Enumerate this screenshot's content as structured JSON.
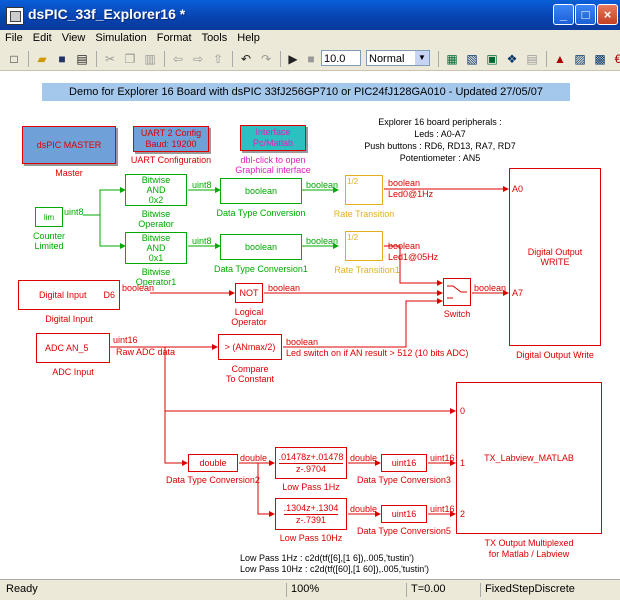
{
  "window": {
    "title": "dsPIC_33f_Explorer16 *"
  },
  "menu": {
    "file": "File",
    "edit": "Edit",
    "view": "View",
    "simulation": "Simulation",
    "format": "Format",
    "tools": "Tools",
    "help": "Help"
  },
  "toolbar": {
    "sim_time": "10.0",
    "sim_mode": "Normal"
  },
  "banner": "Demo for Explorer 16 Board with dsPIC 33fJ256GP710 or PIC24fJ128GA010 - Updated 27/05/07",
  "info": {
    "line1": "Explorer 16 board peripherals :",
    "line2": "Leds : A0-A7",
    "line3": "Push buttons : RD6, RD13, RA7, RD7",
    "line4": "Potentiometer : AN5"
  },
  "blocks": {
    "master": {
      "text": "dsPIC MASTER",
      "caption": "Master"
    },
    "uart": {
      "line1": "UART 2 Config",
      "line2": "Baud: 19200",
      "caption": "UART Configuration"
    },
    "iface": {
      "line1": "Interface",
      "line2": "Pc/Matlab",
      "caption1": "dbl-click to open",
      "caption2": "Graphical interface"
    },
    "counter": {
      "port": "lim",
      "out": "uint8",
      "caption1": "Counter",
      "caption2": "Limited"
    },
    "bw1": {
      "l1": "Bitwise",
      "l2": "AND",
      "l3": "0x2",
      "cap1": "Bitwise",
      "cap2": "Operator"
    },
    "bw2": {
      "l1": "Bitwise",
      "l2": "AND",
      "l3": "0x1",
      "cap1": "Bitwise",
      "cap2": "Operator1"
    },
    "dtc1": {
      "text": "boolean",
      "caption": "Data Type Conversion"
    },
    "dtc2": {
      "text": "boolean",
      "caption": "Data Type Conversion1"
    },
    "rt1": {
      "tag": "1/2",
      "caption": "Rate Transition"
    },
    "rt2": {
      "tag": "1/2",
      "caption": "Rate Transition1"
    },
    "dout": {
      "l1": "Digital Output",
      "l2": "WRITE",
      "a0": "A0",
      "a7": "A7",
      "caption": "Digital Output Write"
    },
    "din": {
      "text": "Digital Input",
      "port": "D6",
      "caption": "Digital Input"
    },
    "not": {
      "text": "NOT",
      "cap1": "Logical",
      "cap2": "Operator"
    },
    "sw": {
      "caption": "Switch"
    },
    "adc": {
      "text": "ADC AN_5",
      "caption": "ADC Input"
    },
    "cmp": {
      "text": "> (ANmax/2)",
      "cap1": "Compare",
      "cap2": "To Constant"
    },
    "dtc3": {
      "text": "double",
      "caption": "Data Type Conversion2"
    },
    "lp1": {
      "num": ".01478z+.01478",
      "den": "z-.9704",
      "caption": "Low Pass 1Hz"
    },
    "lp2": {
      "num": ".1304z+.1304",
      "den": "z-.7391",
      "caption": "Low Pass 10Hz"
    },
    "dtc4": {
      "text": "uint16",
      "caption": "Data Type Conversion3"
    },
    "dtc5": {
      "text": "uint16",
      "caption": "Data Type Conversion5"
    },
    "tx": {
      "text": "TX_Labview_MATLAB",
      "p0": "0",
      "p1": "1",
      "p2": "2",
      "cap1": "TX Output Multiplexed",
      "cap2": "for Matlab / Labview"
    }
  },
  "signals": {
    "uint8a": "uint8",
    "uint8b": "uint8",
    "uint8c": "uint8",
    "bool1": "boolean",
    "bool2": "boolean",
    "bool3": "boolean",
    "bool4": "boolean",
    "bool5": "boolean",
    "bool6": "boolean",
    "bool7": "boolean",
    "led0": "Led0@1Hz",
    "led1": "Led1@05Hz",
    "uint16a": "uint16",
    "raw_adc": "Raw ADC data",
    "led_switch": "Led switch on if AN result > 512 (10 bits ADC)",
    "double1": "double",
    "double2": "double",
    "double3": "double",
    "uint16b": "uint16",
    "uint16c": "uint16"
  },
  "notes": {
    "lp1": "Low Pass 1Hz : c2d(tf([6],[1 6]),.005,'tustin')",
    "lp2": "Low Pass 10Hz : c2d(tf([60],[1 60]),.005,'tustin')"
  },
  "status": {
    "ready": "Ready",
    "zoom": "100%",
    "time": "T=0.00",
    "solver": "FixedStepDiscrete"
  },
  "colors": {
    "accent_red": "#d00",
    "accent_green": "#0a0",
    "banner_bg": "#a4c8ec"
  }
}
